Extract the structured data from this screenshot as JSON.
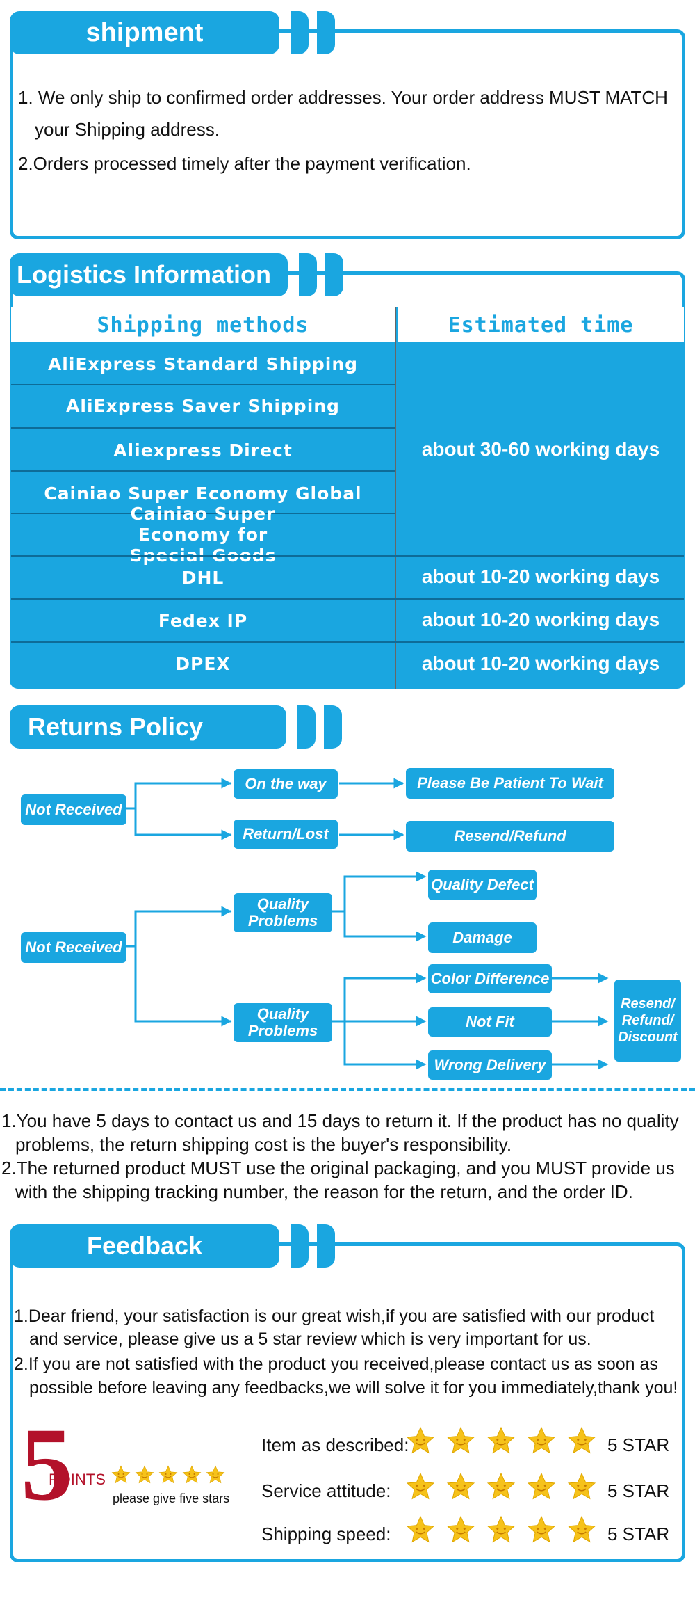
{
  "shipment": {
    "title": "shipment",
    "items": [
      "1. We only ship to confirmed order addresses. Your order address MUST MATCH",
      "your Shipping address.",
      "2.Orders processed timely after the payment verification."
    ]
  },
  "logistics": {
    "title": "Logistics Information",
    "headers": [
      "Shipping  methods",
      "Estimated  time"
    ],
    "methods": [
      "AliExpress  Standard  Shipping",
      "AliExpress  Saver  Shipping",
      "Aliexpress  Direct",
      "Cainiao  Super  Economy  Global",
      "Cainiao  Super  Economy  for Special  Goods",
      "DHL",
      "Fedex  IP",
      "DPEX"
    ],
    "times": [
      "about 30-60 working days",
      "about 10-20 working days",
      "about 10-20 working days",
      "about 10-20 working days"
    ]
  },
  "returns": {
    "title": "Returns Policy",
    "flow1": {
      "start": "Not Received",
      "a": "On the way",
      "b": "Return/Lost",
      "a_result": "Please Be Patient To Wait",
      "b_result": "Resend/Refund"
    },
    "flow2": {
      "start": "Not Received",
      "q1": "Quality Problems",
      "q2": "Quality Problems",
      "r1": "Quality Defect",
      "r2": "Damage",
      "r3": "Color Difference",
      "r4": "Not Fit",
      "r5": "Wrong Delivery",
      "final": "Resend/ Refund/ Discount"
    },
    "notes": [
      "1.You have 5 days to contact us and 15 days to return it. If the product has no quality",
      "problems, the return shipping cost is the buyer's responsibility.",
      "2.The returned product MUST use the original packaging, and you MUST provide us",
      "with the shipping tracking number, the reason for the return, and the order ID."
    ]
  },
  "feedback": {
    "title": "Feedback",
    "items": [
      "1.Dear friend, your satisfaction is our great wish,if you are satisfied with our product",
      "and service, please give us a 5 star review which is very important for us.",
      "2.If you are not satisfied with the product you received,please contact us as soon as",
      "possible before leaving any feedbacks,we will solve it for you immediately,thank you!"
    ],
    "badge_number": "5",
    "badge_word": "POINTS",
    "badge_caption": "please give five stars",
    "ratings": [
      {
        "label": "Item as described:",
        "value": "5 STAR",
        "stars": 5
      },
      {
        "label": "Service attitude:",
        "value": "5 STAR",
        "stars": 5
      },
      {
        "label": "Shipping speed:",
        "value": "5 STAR",
        "stars": 5
      }
    ]
  },
  "colors": {
    "accent": "#1aa6e0",
    "star": "#f6c21a",
    "badge": "#b3122a"
  }
}
